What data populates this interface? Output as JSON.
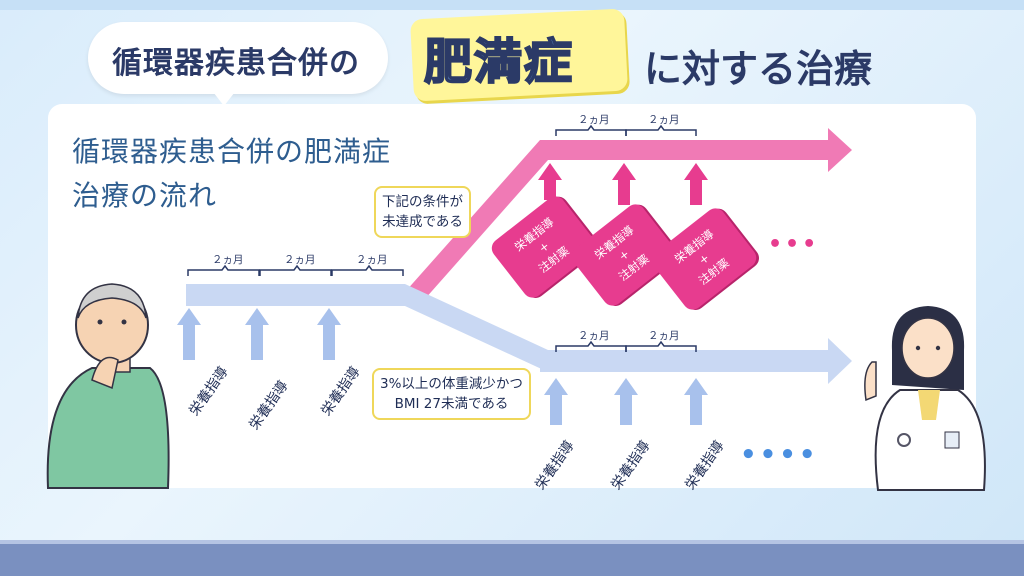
{
  "title": {
    "part1": "循環器疾患合併の",
    "key": "肥満症",
    "part2": "に対する治療"
  },
  "heading": {
    "line1": "循環器疾患合併の肥満症",
    "line2": "治療の流れ"
  },
  "notes": {
    "unachieved": [
      "下記の条件が",
      "未達成である"
    ],
    "achieved": [
      "3%以上の体重減少かつ",
      "BMI 27未満である"
    ]
  },
  "duration_label": "２ヵ月",
  "initial_steps": [
    "栄養指導",
    "栄養指導",
    "栄養指導"
  ],
  "lower_steps": [
    "栄養指導",
    "栄養指導",
    "栄養指導"
  ],
  "pink_cards": [
    {
      "line1": "栄養指導",
      "plus": "+",
      "line2": "注射薬"
    },
    {
      "line1": "栄養指導",
      "plus": "+",
      "line2": "注射薬"
    },
    {
      "line1": "栄養指導",
      "plus": "+",
      "line2": "注射薬"
    }
  ],
  "continuation_pink": "•••",
  "continuation_blue": "••••",
  "colors": {
    "pink": "#e73c8f",
    "blue_arrow": "#c9d8f3",
    "up_arrow": "#a8c1ec",
    "navy": "#2b3a67"
  }
}
